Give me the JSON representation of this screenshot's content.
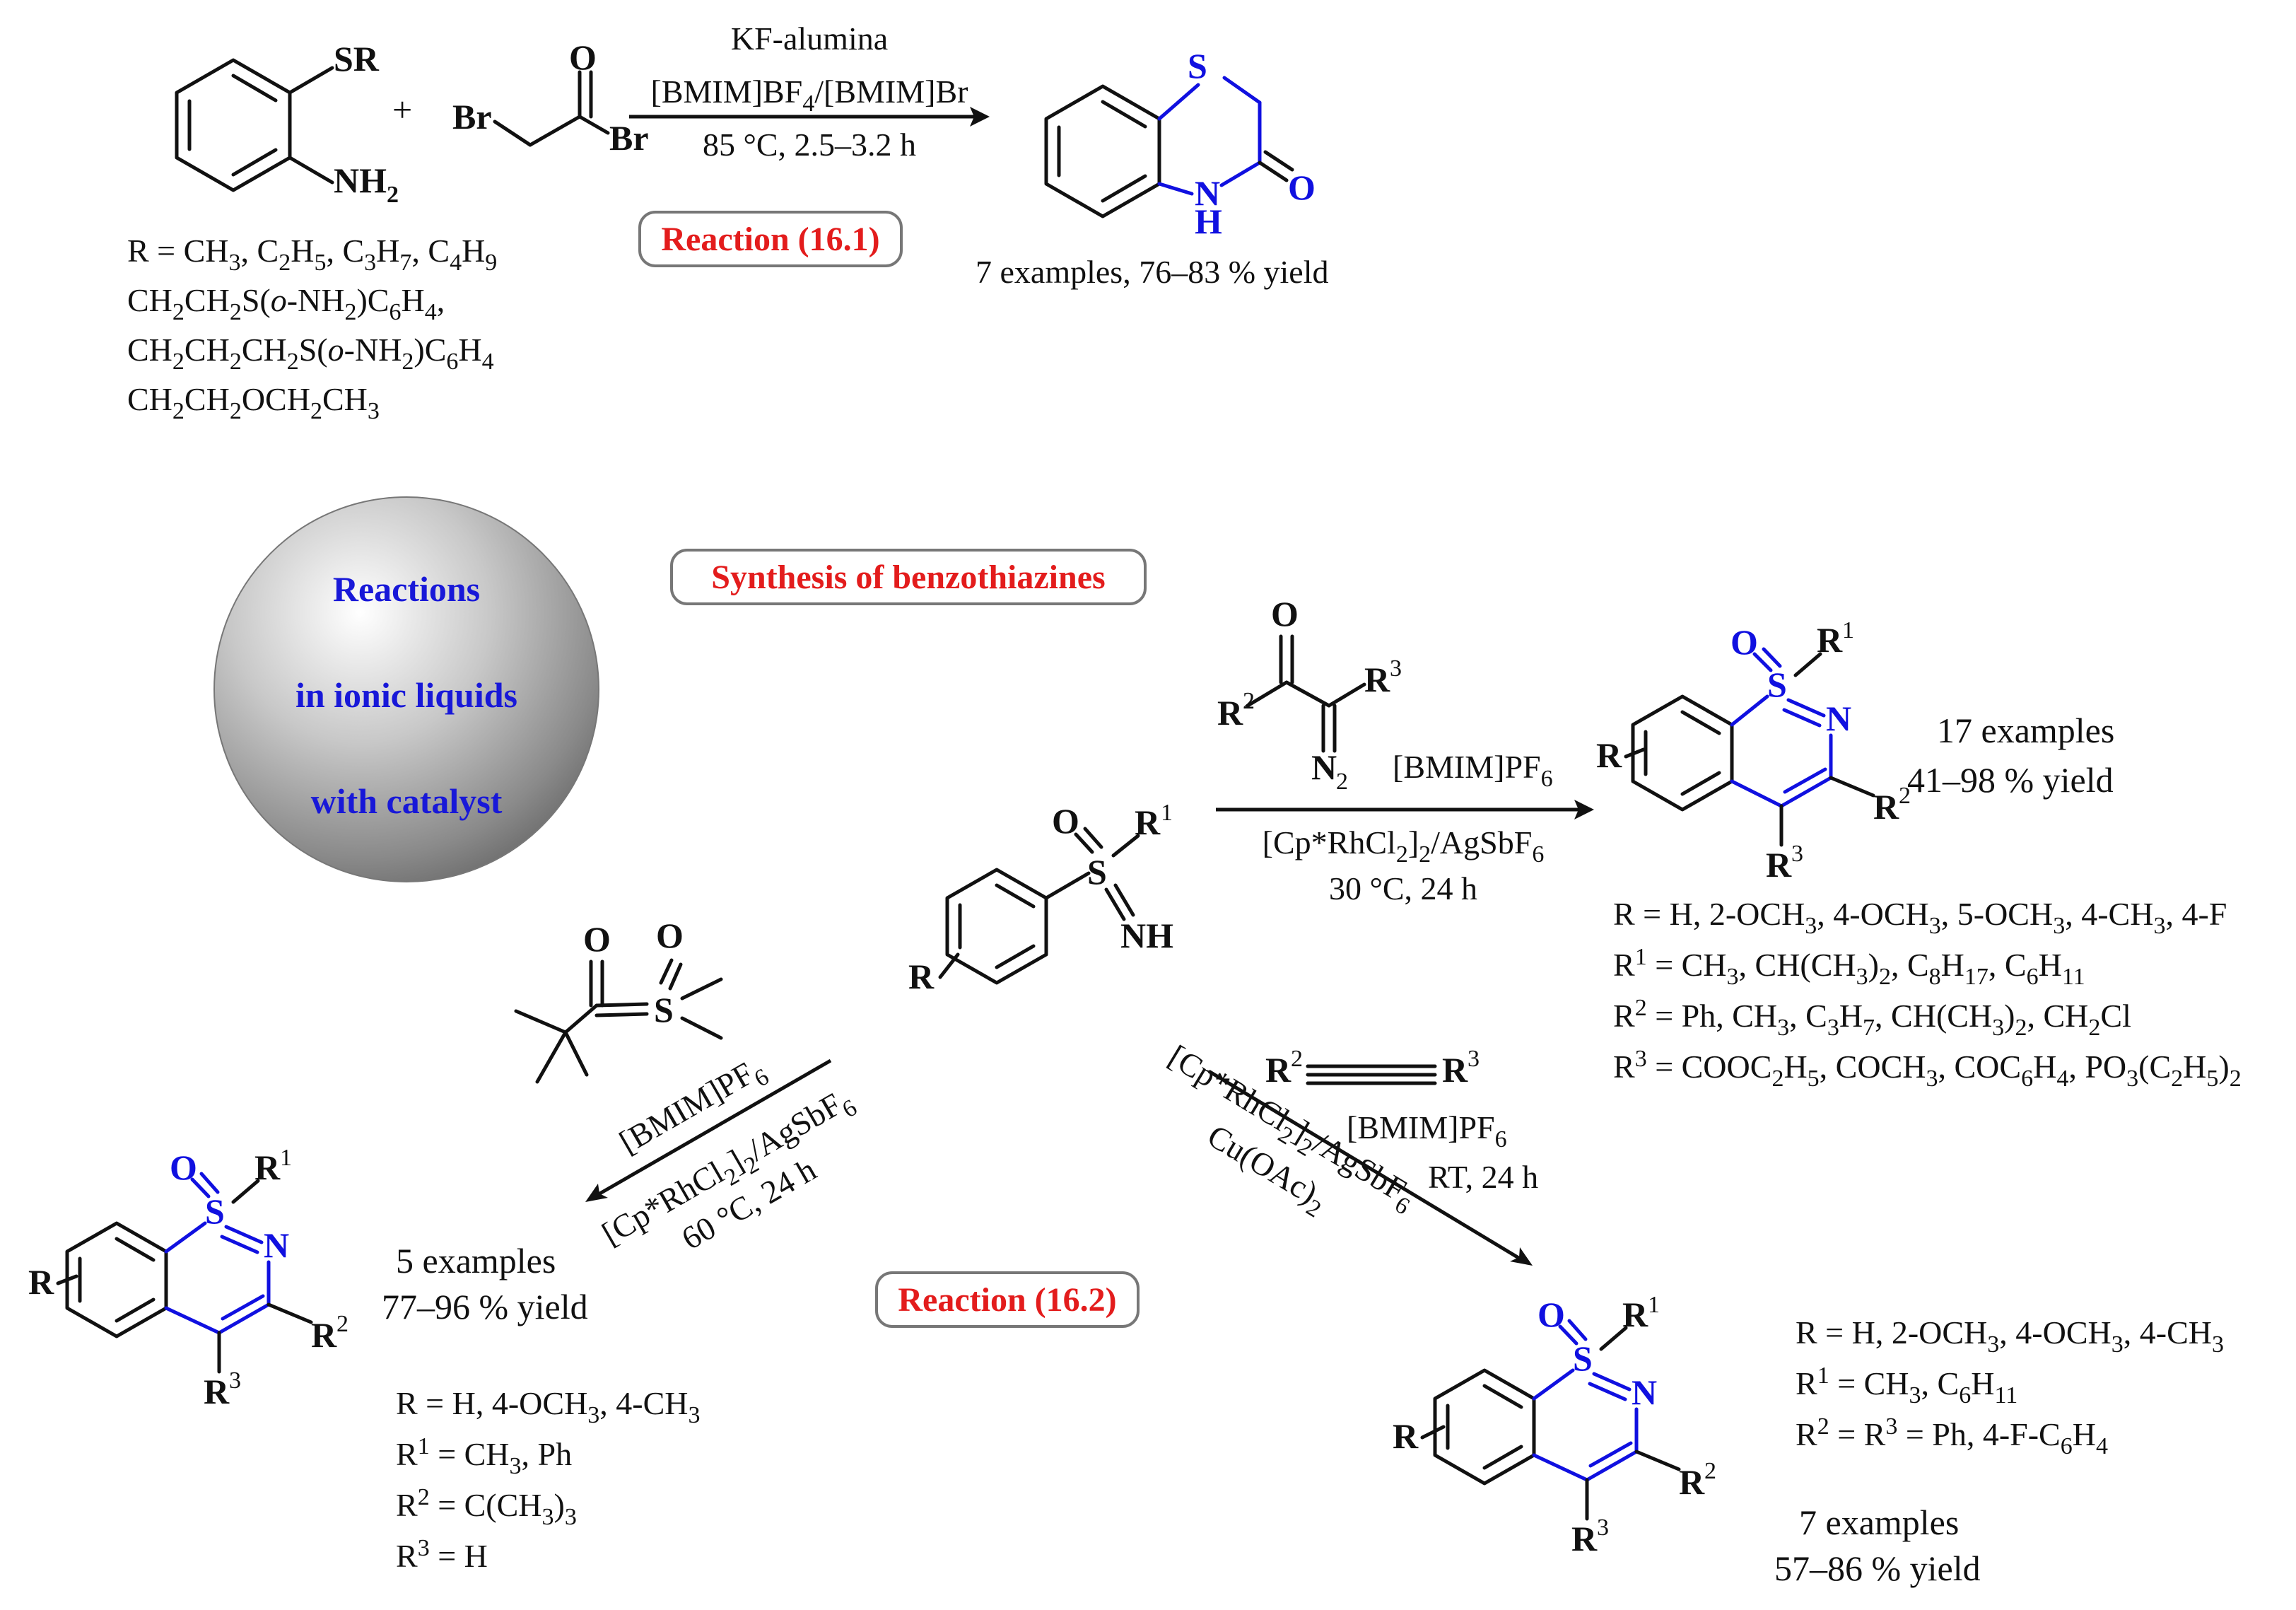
{
  "colors": {
    "accent_label": "#e31c1c",
    "heterocycle": "#1010e0",
    "sphere_text": "#1818d8",
    "box_border": "#777777"
  },
  "sphere": {
    "lines": [
      "Reactions",
      "in ionic liquids",
      "with catalyst"
    ]
  },
  "labels": {
    "reaction_16_1": "Reaction (16.1)",
    "synthesis": "Synthesis of benzothiazines",
    "reaction_16_2": "Reaction (16.2)"
  },
  "reaction1": {
    "cond_top": "KF-alumina",
    "cond_mid": "[BMIM]BF4/[BMIM]Br",
    "cond_bottom": "85 °C, 2.5–3.2 h",
    "yield": "7 examples, 76–83 % yield",
    "r_lines": [
      "R = CH3, C2H5, C3H7, C4H9",
      "CH2CH2S(o-NH2)C6H4,",
      "CH2CH2CH2S(o-NH2)C6H4",
      "CH2CH2OCH2CH3"
    ]
  },
  "reaction2a": {
    "cond_above": "[BMIM]PF6",
    "cond_below1": "[Cp*RhCl2]2/AgSbF6",
    "cond_below2": "30 °C, 24 h",
    "examples": "17 examples",
    "yield": "41–98 % yield",
    "r_lines": [
      "R = H, 2-OCH3, 4-OCH3, 5-OCH3, 4-CH3, 4-F",
      "R1 = CH3, CH(CH3)2, C8H17, C6H11",
      "R2 = Ph, CH3, C3H7, CH(CH3)2, CH2Cl",
      "R3 = COOC2H5, COCH3, COC6H4, PO3(C2H5)2"
    ]
  },
  "reaction2b": {
    "cond_above": "[BMIM]PF6",
    "cond_below1": "[Cp*RhCl2]2/AgSbF6",
    "cond_below2": "60 °C, 24 h",
    "examples": "5 examples",
    "yield": "77–96 % yield",
    "r_lines": [
      "R = H, 4-OCH3, 4-CH3",
      "R1 = CH3, Ph",
      "R2 = C(CH3)3",
      "R3 = H"
    ]
  },
  "reaction2c": {
    "cond_right1": "[BMIM]PF6",
    "cond_right2": "RT, 24 h",
    "cond_left1": "[Cp*RhCl2]2/AgSbF6",
    "cond_left2": "Cu(OAc)2",
    "examples": "7 examples",
    "yield": "57–86 % yield",
    "r_lines": [
      "R = H, 2-OCH3, 4-OCH3, 4-CH3",
      "R1 = CH3, C6H11",
      "R2 = R3 = Ph, 4-F-C6H4"
    ]
  }
}
